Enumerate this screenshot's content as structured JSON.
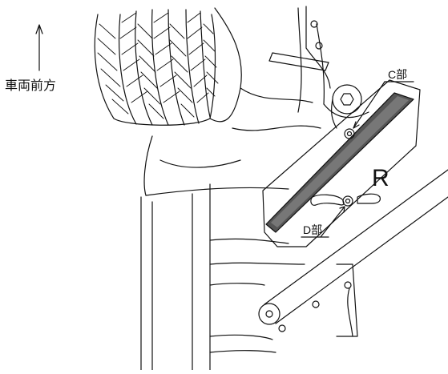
{
  "labels": {
    "vehicle_front": "車両前方",
    "part_c": "C部",
    "part_d": "D部",
    "side": "R"
  },
  "colors": {
    "line": "#111111",
    "strip": "#555555",
    "background": "#ffffff"
  },
  "icons": {
    "front_arrow": "up-arrow",
    "hex_bolt": "hex-socket-bolt",
    "wing_nut": "wing-nut"
  }
}
